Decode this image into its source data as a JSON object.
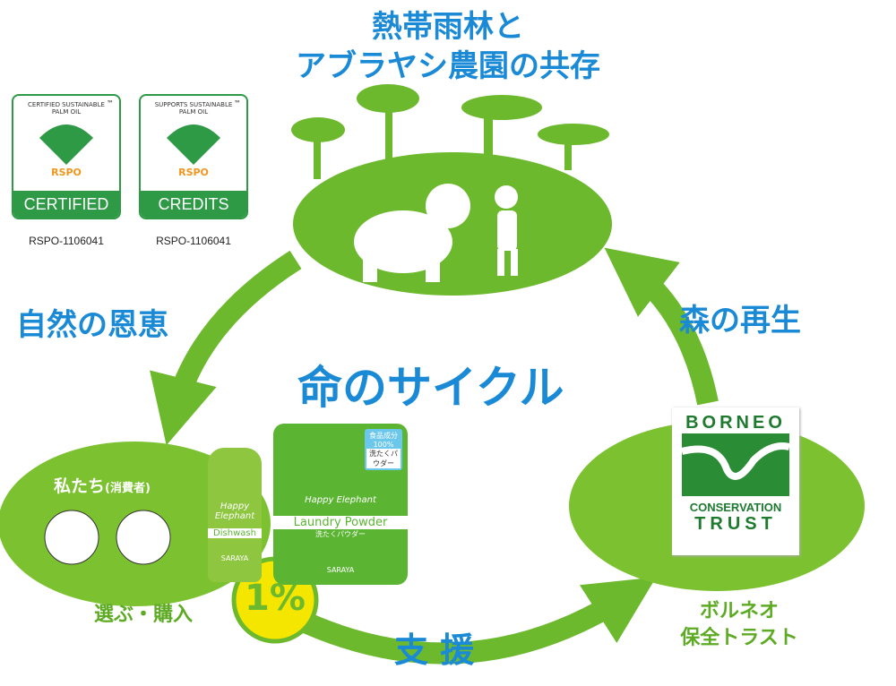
{
  "title": {
    "line1": "熱帯雨林と",
    "line2": "アブラヤシ農園の共存"
  },
  "rspo": [
    {
      "ring": "CERTIFIED SUSTAINABLE PALM OIL",
      "brand": "RSPO",
      "band": "CERTIFIED",
      "id": "RSPO-1106041",
      "tm": "™"
    },
    {
      "ring": "SUPPORTS SUSTAINABLE PALM OIL",
      "brand": "RSPO",
      "band": "CREDITS",
      "id": "RSPO-1106041",
      "tm": "™"
    }
  ],
  "labels": {
    "nature_benefit": "自然の恩恵",
    "forest_regen": "森の再生",
    "cycle": "命のサイクル",
    "consumers": "私たち",
    "consumers_sub": "(消費者)",
    "choose_buy": "選ぶ・購入",
    "percent": "1%",
    "support": "支 援",
    "trust_line1": "ボルネオ",
    "trust_line2": "保全トラスト"
  },
  "products": {
    "bottle": {
      "brand": "Happy Elephant",
      "name": "Dishwash",
      "maker": "SARAYA"
    },
    "pouch": {
      "badge": "食品成分100%",
      "badge_sub": "洗たくパウダー",
      "brand": "Happy Elephant",
      "name": "Laundry Powder",
      "sub": "洗たくパウダー",
      "maker": "SARAYA"
    }
  },
  "bct": {
    "top": "BORNEO",
    "mid": "CONSERVATION",
    "bottom": "TRUST"
  },
  "colors": {
    "green": "#6cb92d",
    "blue": "#1a8ad6",
    "yellow": "#f5e600"
  }
}
